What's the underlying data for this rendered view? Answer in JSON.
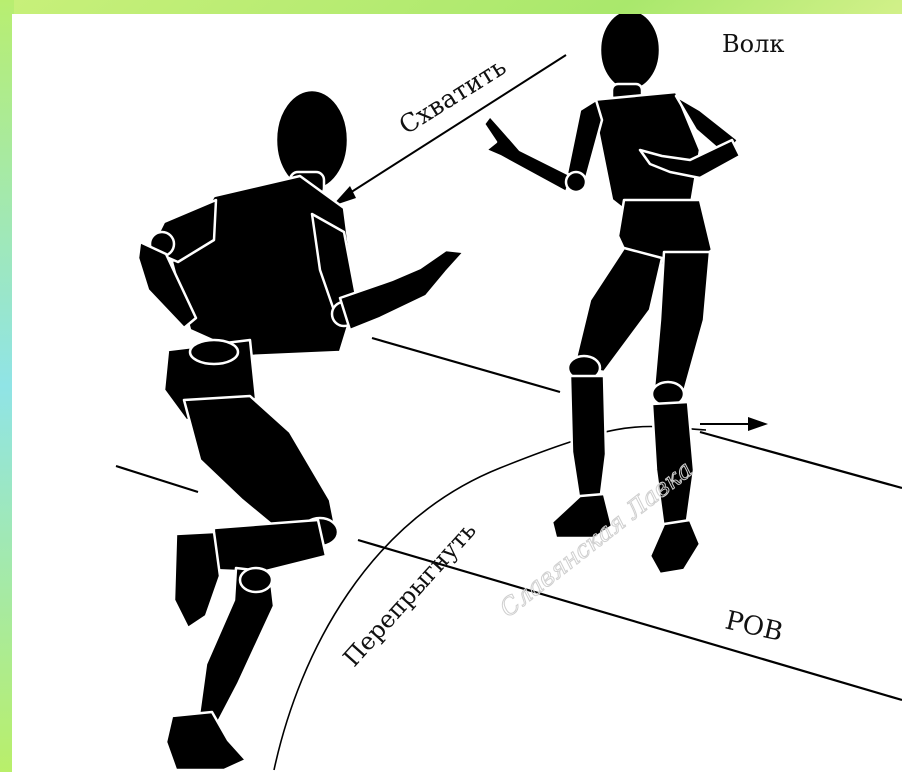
{
  "labels": {
    "wolf": "Волк",
    "grab": "Схватить",
    "jump_over": "Перепрыгнуть",
    "ditch": "РОВ",
    "watermark": "Славянская Лавка"
  },
  "colors": {
    "frame_green": "#b9ef6a",
    "frame_cyan": "#8fe6e0",
    "frame_yellow": "#e9f59a",
    "ink": "#000000",
    "paper": "#ffffff"
  }
}
